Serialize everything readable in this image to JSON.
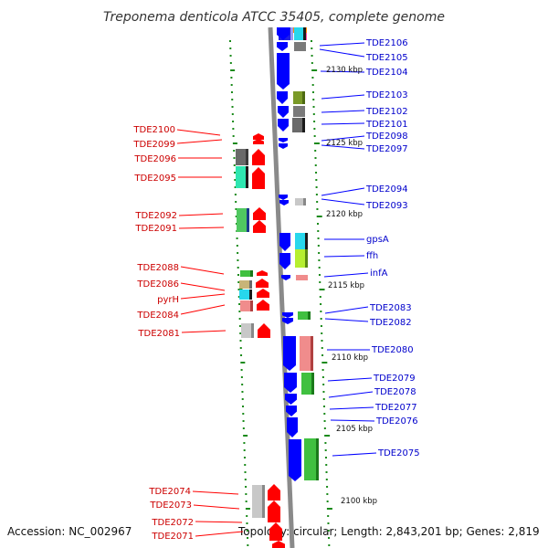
{
  "title": "Treponema denticola ATCC 35405, complete genome",
  "footer": {
    "accession": "Accession: NC_002967",
    "topology": "Topology: circular; Length: 2,843,201 bp; Genes: 2,819"
  },
  "colors": {
    "forward_strand": "#ff0000",
    "reverse_strand": "#0000ff",
    "backbone": "#8a8a8a",
    "tick": "#1a8a1a"
  },
  "kbp_labels": [
    "2130 kbp",
    "2125 kbp",
    "2120 kbp",
    "2115 kbp",
    "2110 kbp",
    "2105 kbp",
    "2100 kbp"
  ],
  "left_genes": [
    "TDE2100",
    "TDE2099",
    "TDE2096",
    "TDE2095",
    "TDE2092",
    "TDE2091",
    "TDE2088",
    "TDE2086",
    "pyrH",
    "TDE2084",
    "TDE2081",
    "TDE2074",
    "TDE2073",
    "TDE2072",
    "TDE2071"
  ],
  "right_genes": [
    "TDE2106",
    "TDE2105",
    "TDE2104",
    "TDE2103",
    "TDE2102",
    "TDE2101",
    "TDE2098",
    "TDE2097",
    "TDE2094",
    "TDE2093",
    "gpsA",
    "ffh",
    "infA",
    "TDE2083",
    "TDE2082",
    "TDE2080",
    "TDE2079",
    "TDE2078",
    "TDE2077",
    "TDE2076",
    "TDE2075"
  ]
}
